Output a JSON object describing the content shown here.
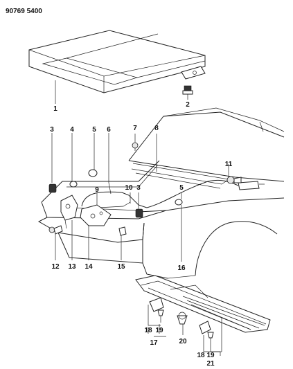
{
  "diagram": {
    "id_code": "90769 5400",
    "callouts": [
      "1",
      "2",
      "3",
      "4",
      "5",
      "6",
      "7",
      "8",
      "11",
      "9",
      "10",
      "3",
      "5",
      "12",
      "13",
      "14",
      "15",
      "16",
      "18",
      "19",
      "17",
      "20",
      "18",
      "19",
      "21"
    ]
  }
}
